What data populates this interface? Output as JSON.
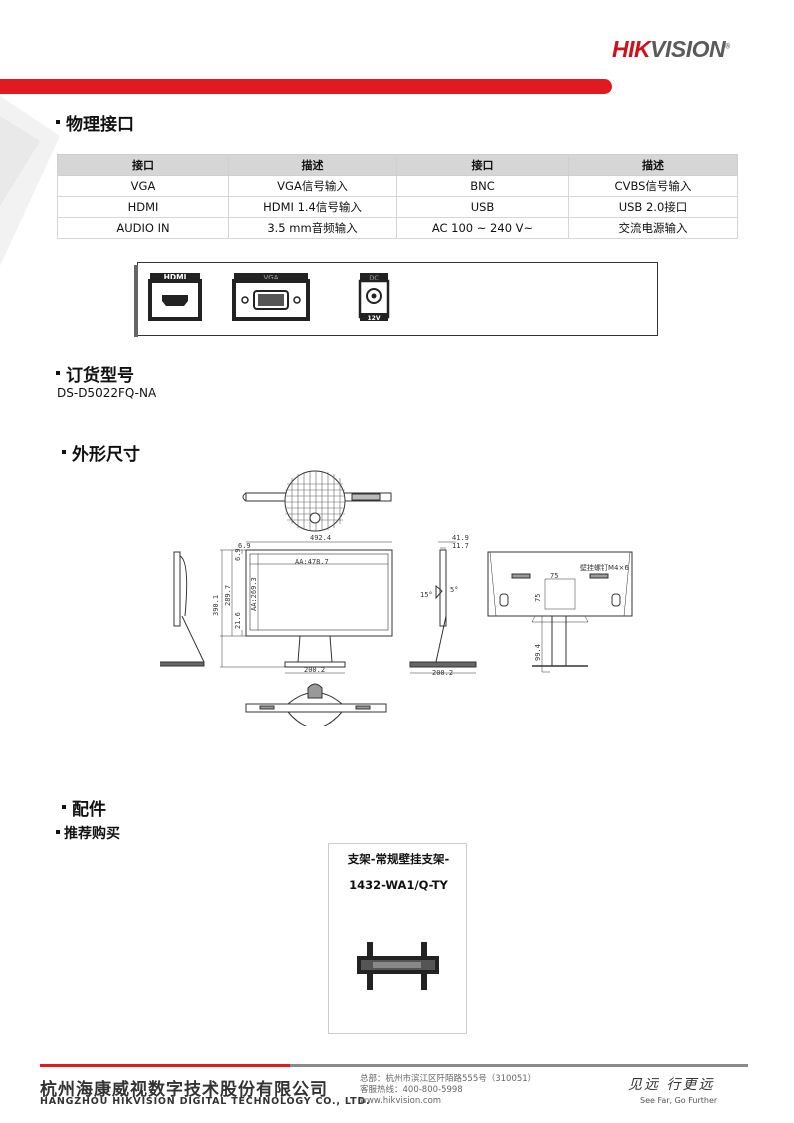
{
  "header": {
    "logo_main": "HIK",
    "logo_rest": "VISION",
    "logo_reg": "®"
  },
  "sections": {
    "interfaces_title": "物理接口",
    "order_title": "订货型号",
    "dimensions_title": "外形尺寸",
    "accessories_title": "配件",
    "recommended_title": "推荐购买"
  },
  "interface_table": {
    "headers": [
      "接口",
      "描述",
      "接口",
      "描述"
    ],
    "rows": [
      [
        "VGA",
        "VGA信号输入",
        "BNC",
        "CVBS信号输入"
      ],
      [
        "HDMI",
        "HDMI 1.4信号输入",
        "USB",
        "USB 2.0接口"
      ],
      [
        "AUDIO IN",
        "3.5 mm音频输入",
        "AC 100 ~ 240 V~",
        "交流电源输入"
      ]
    ]
  },
  "ports_diagram": {
    "hdmi_label": "HDMI",
    "vga_label": "VGA",
    "dc_label": "DC",
    "dc_voltage": "12V"
  },
  "order": {
    "model": "DS-D5022FQ-NA"
  },
  "dimensions": {
    "width": "492.4",
    "aa_width": "AA:478.7",
    "top_border": "6.9",
    "side_border": "6.9",
    "height_total": "390.1",
    "screen_height": "289.7",
    "aa_height": "AA:269.3",
    "bottom_border": "21.6",
    "base_width": "200.2",
    "base_width_side": "200.2",
    "depth_max": "41.9",
    "depth_panel": "11.7",
    "tilt_back": "15°",
    "tilt_front": "5°",
    "vesa_note": "壁挂螺钉M4×6",
    "vesa_h": "75",
    "vesa_v": "75",
    "stand_height": "99.4"
  },
  "accessory": {
    "title_line1": "支架-常规壁挂支架-",
    "title_line2": "1432-WA1/Q-TY"
  },
  "footer": {
    "company_cn": "杭州海康威视数字技术股份有限公司",
    "company_en": "HANGZHOU HIKVISION DIGITAL TECHNOLOGY CO., LTD.",
    "address": "总部：杭州市滨江区阡陌路555号（310051）",
    "hotline": "客服热线：400-800-5998",
    "website": "www.hikvision.com",
    "slogan_cn": "见远 行更远",
    "slogan_en": "See Far, Go Further"
  },
  "colors": {
    "brand_red": "#e11a22",
    "brand_grey": "#5a5a5a",
    "table_header": "#d6d6d6"
  }
}
